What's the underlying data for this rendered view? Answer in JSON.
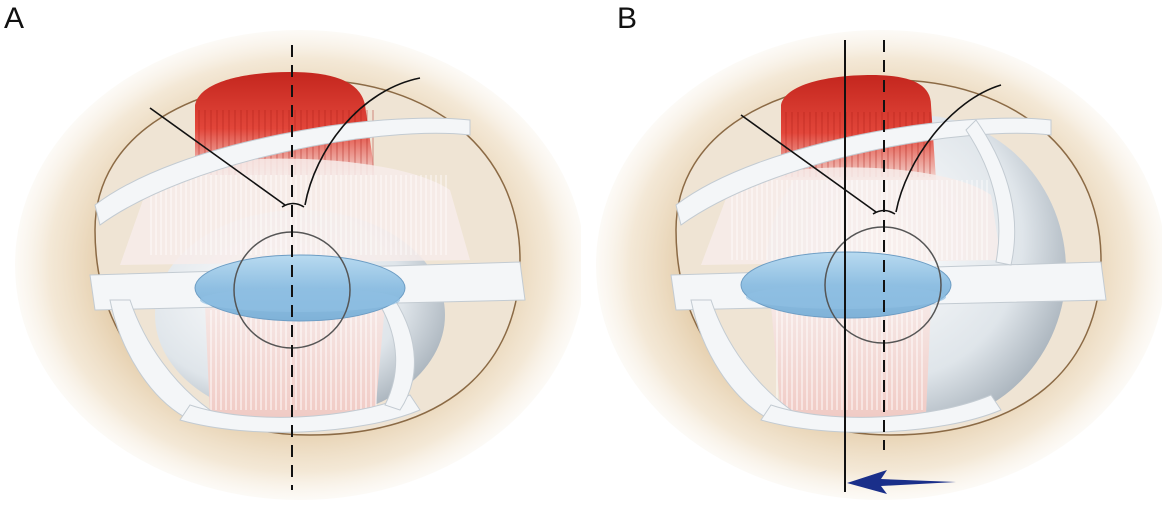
{
  "figure": {
    "panels": [
      {
        "id": "A",
        "label": "A"
      },
      {
        "id": "B",
        "label": "B"
      }
    ]
  },
  "colors": {
    "muscle_red": "#d8342a",
    "lens_blue": "#9cc8e6",
    "fascia_white": "#f4f6f8",
    "orbit_tan": "#c9a679",
    "arrow_navy": "#1a2f8a",
    "marker_line": "#111111"
  },
  "icons": {
    "direction_arrow": "left-arrow-icon"
  }
}
